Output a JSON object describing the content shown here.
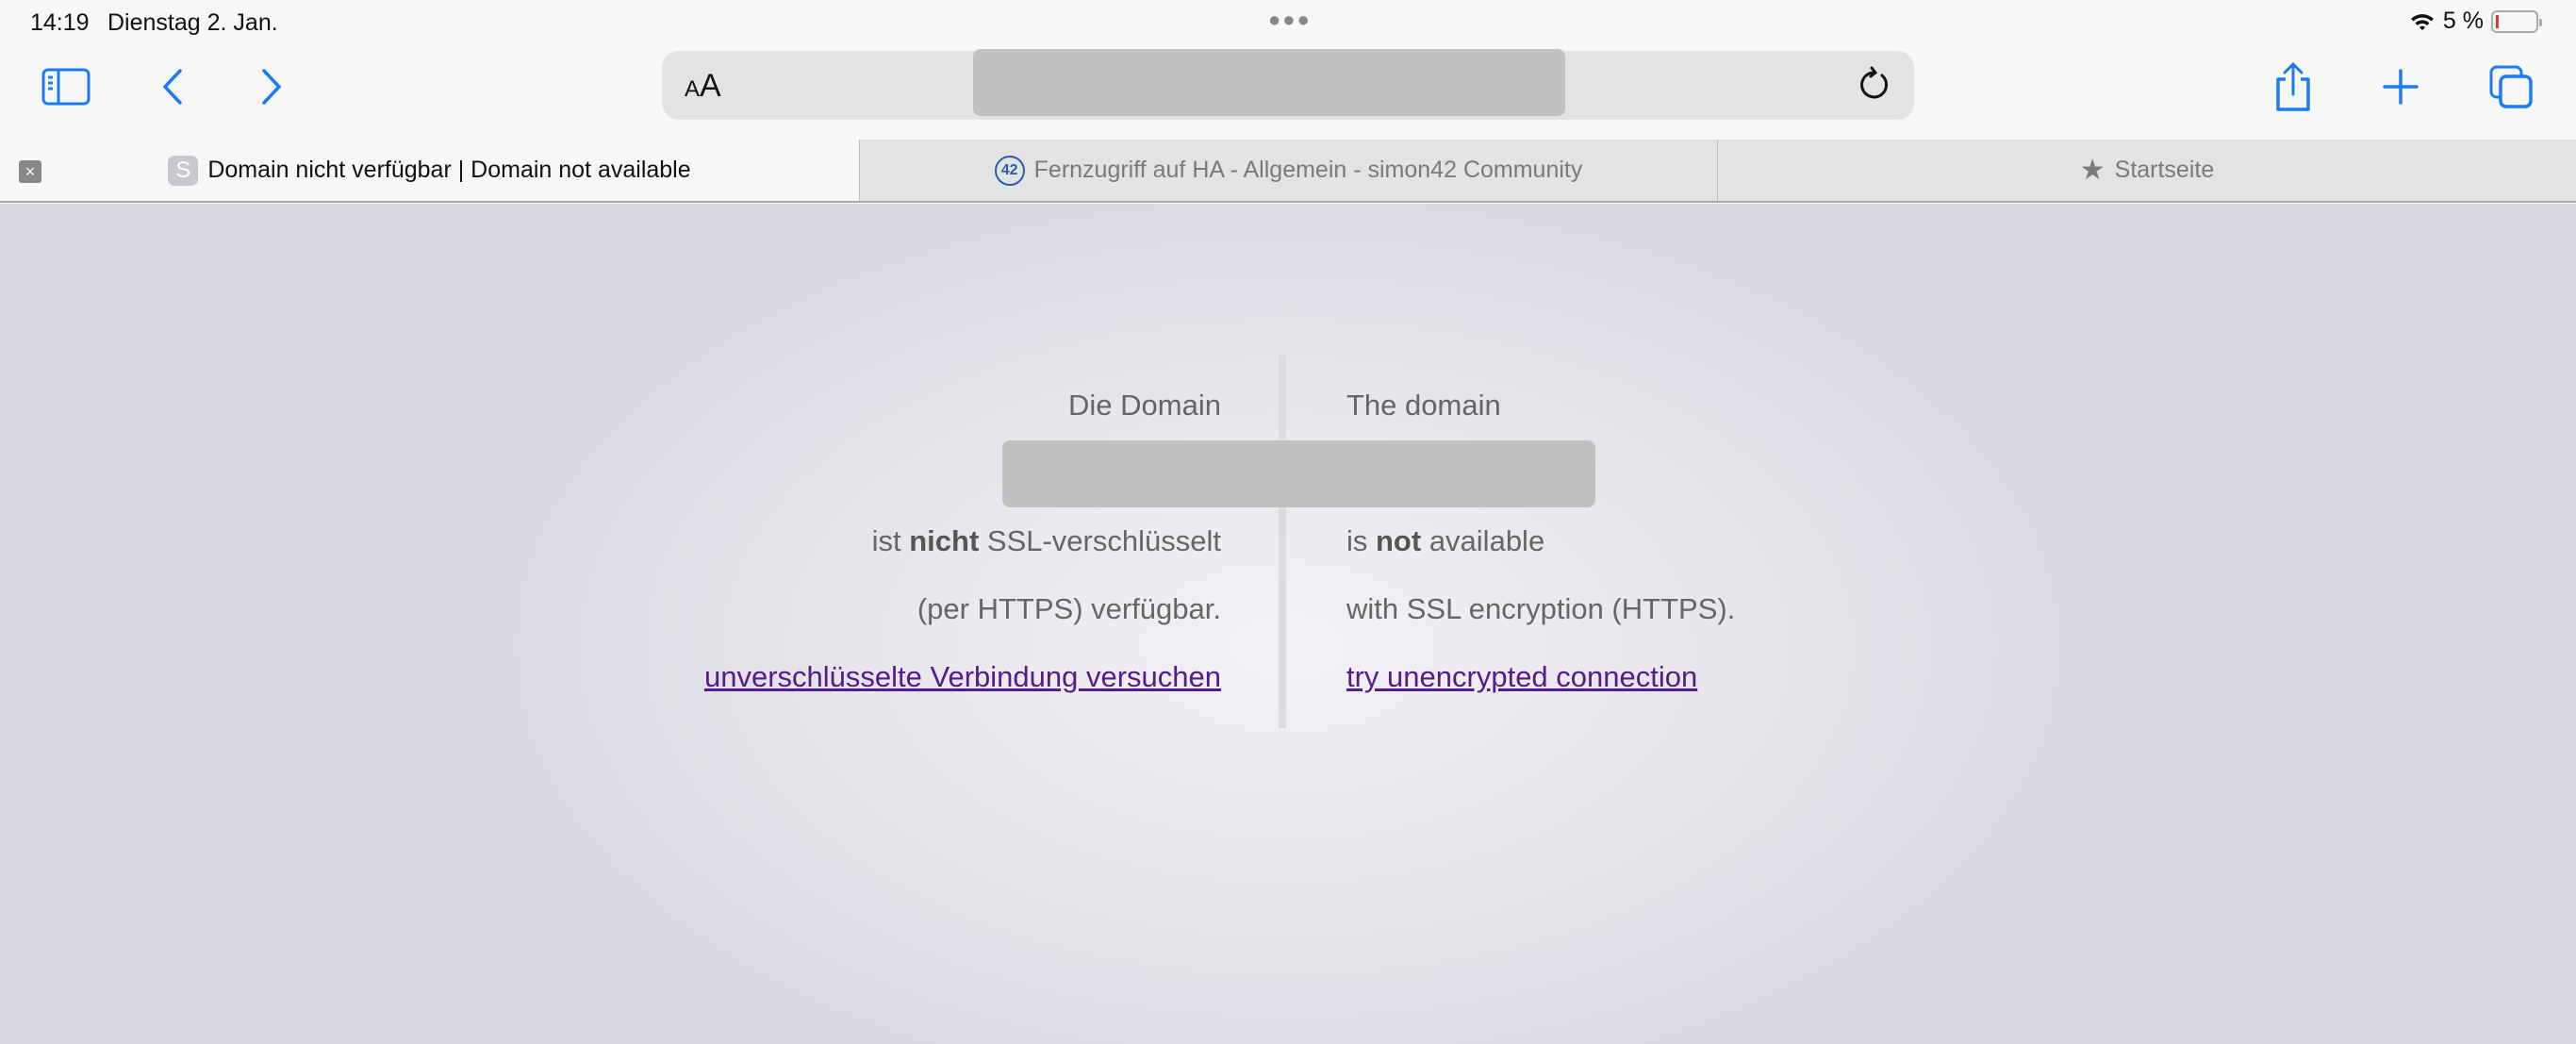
{
  "status_bar": {
    "time": "14:19",
    "date": "Dienstag 2. Jan.",
    "battery": "5 %"
  },
  "toolbar": {
    "reader_label_small": "A",
    "reader_label_large": "A"
  },
  "tabs": [
    {
      "title": "Domain nicht verfügbar | Domain not available",
      "favicon": "S",
      "close": "×"
    },
    {
      "title": "Fernzugriff auf HA - Allgemein - simon42 Community",
      "favicon": "42"
    },
    {
      "title": "Startseite",
      "favicon": "★"
    }
  ],
  "page": {
    "de": {
      "line1": "Die Domain",
      "line2_pre": "ist ",
      "line2_bold": "nicht",
      "line2_post": " SSL-verschlüsselt",
      "line3": "(per HTTPS) verfügbar.",
      "link": "unverschlüsselte Verbindung versuchen"
    },
    "en": {
      "line1": "The domain",
      "line2_pre": "is ",
      "line2_bold": "not",
      "line2_post": " available",
      "line3": "with SSL encryption (HTTPS).",
      "link": "try unencrypted connection"
    }
  }
}
